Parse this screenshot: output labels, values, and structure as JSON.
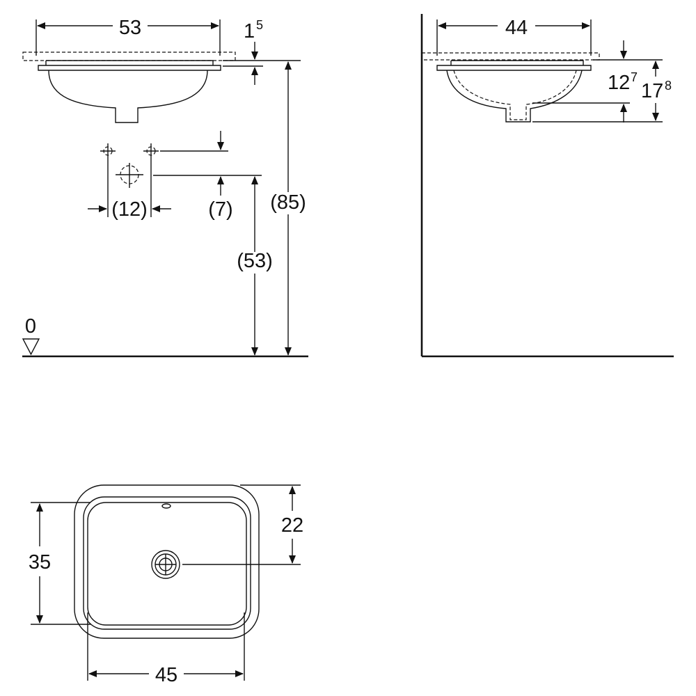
{
  "labels": {
    "front_width": "53",
    "rim_thickness": "1",
    "rim_thickness_sup": "5",
    "tap_spacing": "(12)",
    "tap_offset": "(7)",
    "tap_height": "(53)",
    "total_height": "(85)",
    "floor_level": "0",
    "side_width": "44",
    "bowl_depth": "12",
    "bowl_depth_sup": "7",
    "total_depth": "17",
    "total_depth_sup": "8",
    "top_drain_offset": "22",
    "top_depth": "35",
    "top_width": "45"
  }
}
